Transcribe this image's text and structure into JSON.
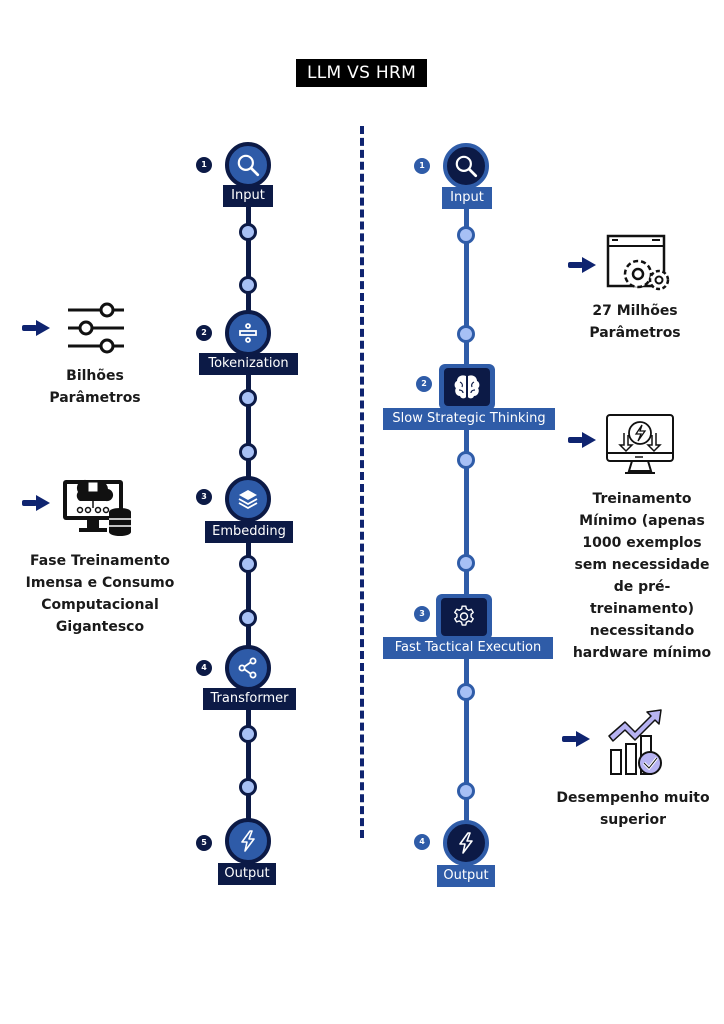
{
  "title": "LLM VS HRM",
  "llm": {
    "steps": [
      {
        "number": "1",
        "label": "Input",
        "icon": "search-icon"
      },
      {
        "number": "2",
        "label": "Tokenization",
        "icon": "divide-icon"
      },
      {
        "number": "3",
        "label": "Embedding",
        "icon": "layers-icon"
      },
      {
        "number": "4",
        "label": "Transformer",
        "icon": "share-icon"
      },
      {
        "number": "5",
        "label": "Output",
        "icon": "lightning-icon"
      }
    ],
    "notes": [
      {
        "text": "Bilhões Parâmetros",
        "icon": "sliders-icon"
      },
      {
        "text": "Fase Treinamento Imensa e Consumo Computacional Gigantesco",
        "icon": "cloud-computer-database-icon"
      }
    ]
  },
  "hrm": {
    "steps": [
      {
        "number": "1",
        "label": "Input",
        "icon": "search-icon"
      },
      {
        "number": "2",
        "label": "Slow Strategic Thinking",
        "icon": "brain-icon"
      },
      {
        "number": "3",
        "label": "Fast Tactical Execution",
        "icon": "gear-icon"
      },
      {
        "number": "4",
        "label": "Output",
        "icon": "lightning-icon"
      }
    ],
    "notes": [
      {
        "text": "27 Milhões Parâmetros",
        "icon": "window-gears-icon"
      },
      {
        "text": "Treinamento Mínimo (apenas 1000 exemplos sem necessidade de pré-treinamento) necessitando hardware mínimo",
        "icon": "monitor-power-icon"
      },
      {
        "text": "Desempenho muito superior",
        "icon": "growth-chart-check-icon"
      }
    ]
  },
  "colors": {
    "llm_dark": "#0c1a46",
    "llm_mid": "#2e5ba8",
    "hrm_blue": "#2f5ca8",
    "node_fill": "#a7c0f5",
    "arrow": "#0f2470",
    "title_bg": "#000000"
  }
}
